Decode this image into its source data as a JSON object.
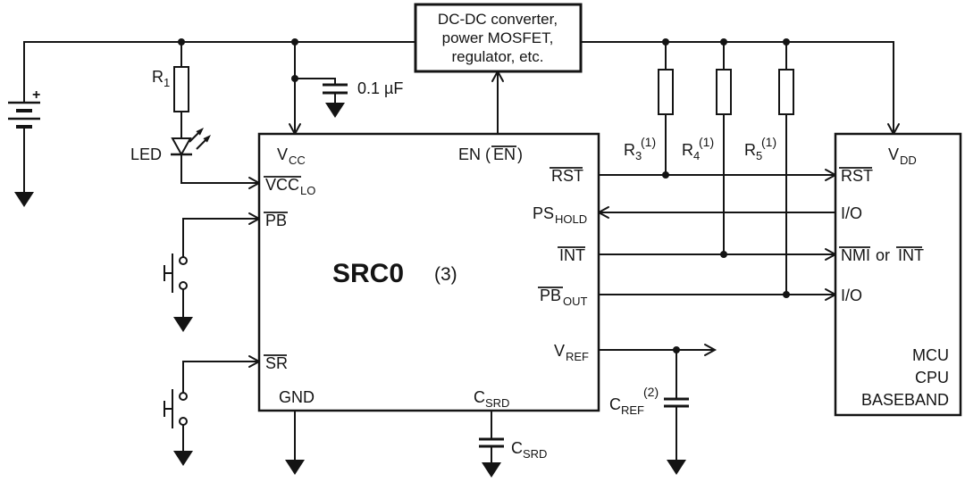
{
  "battery": {
    "plus": "+"
  },
  "dcdc": {
    "line1": "DC-DC converter,",
    "line2": "power MOSFET,",
    "line3": "regulator, etc."
  },
  "left": {
    "r1": {
      "name": "R",
      "sub": "1"
    },
    "led": "LED",
    "cin": "0.1 µF"
  },
  "pullups": {
    "r3": {
      "name": "R",
      "sub": "3",
      "note": "(1)"
    },
    "r4": {
      "name": "R",
      "sub": "4",
      "note": "(1)"
    },
    "r5": {
      "name": "R",
      "sub": "5",
      "note": "(1)"
    }
  },
  "caps": {
    "cref": {
      "name": "C",
      "sub": "REF",
      "note": "(2)"
    },
    "csrd": {
      "name": "C",
      "sub": "SRD"
    }
  },
  "src0": {
    "title": "SRC0",
    "note": "(3)",
    "vcc": {
      "name": "V",
      "sub": "CC"
    },
    "vcclo": {
      "name": "VCC",
      "sub": "LO"
    },
    "pb": "PB",
    "sr": "SR",
    "gnd": "GND",
    "en": {
      "prefix": "EN (",
      "bar": "EN",
      "suffix": ")"
    },
    "rst": "RST",
    "pshold": {
      "name": "PS",
      "sub": "HOLD"
    },
    "int": "INT",
    "pbout": {
      "name": "PB",
      "sub": "OUT"
    },
    "vref": {
      "name": "V",
      "sub": "REF"
    },
    "csrd": {
      "name": "C",
      "sub": "SRD"
    }
  },
  "mcu": {
    "vdd": {
      "name": "V",
      "sub": "DD"
    },
    "rst": "RST",
    "io1": "I/O",
    "nmi": "NMI",
    "conj": "or",
    "int": "INT",
    "io2": "I/O",
    "line1": "MCU",
    "line2": "CPU",
    "line3": "BASEBAND"
  }
}
